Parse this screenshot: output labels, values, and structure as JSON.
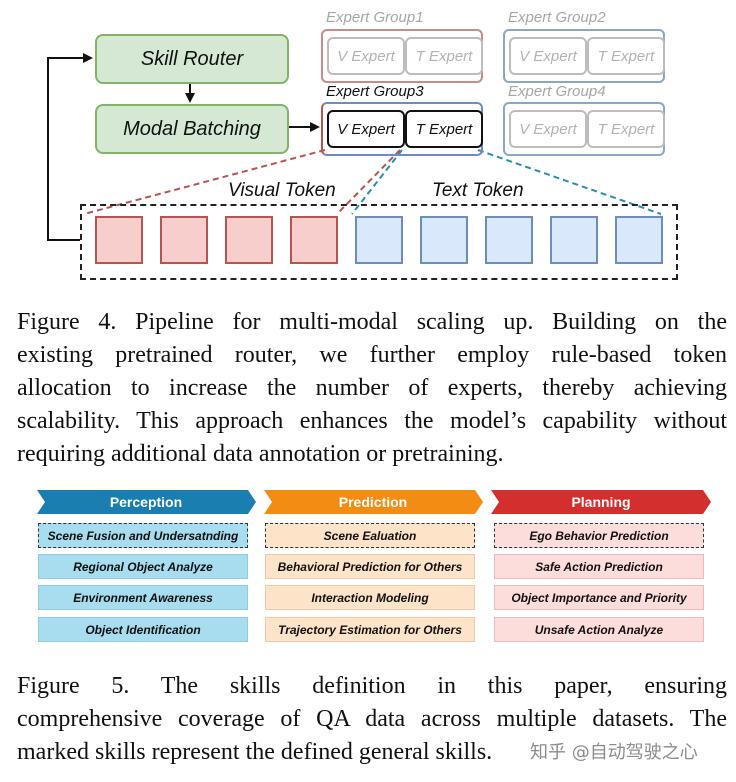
{
  "figure4": {
    "skill_router": "Skill Router",
    "modal_batching": "Modal Batching",
    "groups": [
      {
        "label": "Expert Group1",
        "v": "V Expert",
        "t": "T Expert",
        "active": false
      },
      {
        "label": "Expert Group2",
        "v": "V Expert",
        "t": "T Expert",
        "active": false
      },
      {
        "label": "Expert Group3",
        "v": "V Expert",
        "t": "T Expert",
        "active": true
      },
      {
        "label": "Expert Group4",
        "v": "V Expert",
        "t": "T Expert",
        "active": false
      }
    ],
    "visual_token": "Visual Token",
    "text_token": "Text Token",
    "visual_token_count": 4,
    "text_token_count": 5,
    "caption": [
      "Figure 4.  Pipeline for multi-modal scaling up.  Building on the",
      "existing pretrained router, we further employ rule-based token",
      "allocation to increase the number of experts, thereby achieving",
      "scalability. This approach enhances the model’s capability without",
      "requiring additional data annotation or pretraining."
    ]
  },
  "figure5": {
    "columns": [
      {
        "title": "Perception",
        "color": "#1a7fb0",
        "skills": [
          "Scene Fusion and Undersatnding",
          "Regional Object Analyze",
          "Environment Awareness",
          "Object Identification"
        ],
        "general": [
          true,
          false,
          false,
          false
        ]
      },
      {
        "title": "Prediction",
        "color": "#f28c12",
        "skills": [
          "Scene Ealuation",
          "Behavioral Prediction for Others",
          "Interaction Modeling",
          "Trajectory Estimation for Others"
        ],
        "general": [
          true,
          false,
          false,
          false
        ]
      },
      {
        "title": "Planning",
        "color": "#d42f2f",
        "skills": [
          "Ego Behavior Prediction",
          "Safe Action Prediction",
          "Object Importance and Priority",
          "Unsafe Action Analyze"
        ],
        "general": [
          true,
          false,
          false,
          false
        ]
      }
    ],
    "caption": [
      "Figure 5.    The skills definition in this paper, ensuring",
      "comprehensive coverage of QA data across multiple datasets. The",
      "marked skills represent the defined general skills."
    ]
  },
  "watermark": "知乎 @自动驾驶之心"
}
